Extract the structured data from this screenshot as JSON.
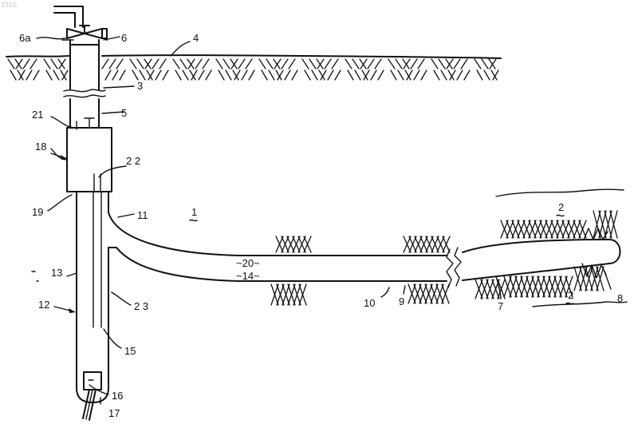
{
  "corner_text": "3315",
  "labels": {
    "l6a": "6a",
    "l6": "6",
    "l4": "4",
    "l3": "3",
    "l21": "21",
    "l5": "5",
    "l18": "18",
    "l22": "2 2",
    "l19": "19",
    "l11": "11",
    "l1": "1",
    "l2a": "2",
    "l20": "~20~",
    "l14": "~14~",
    "l13": "13",
    "l12": "12",
    "l23": "2 3",
    "l10": "10",
    "l9": "9",
    "l7": "7",
    "l2b": "2",
    "l8": "8",
    "l15": "15",
    "l16": "16",
    "l17": "17"
  }
}
